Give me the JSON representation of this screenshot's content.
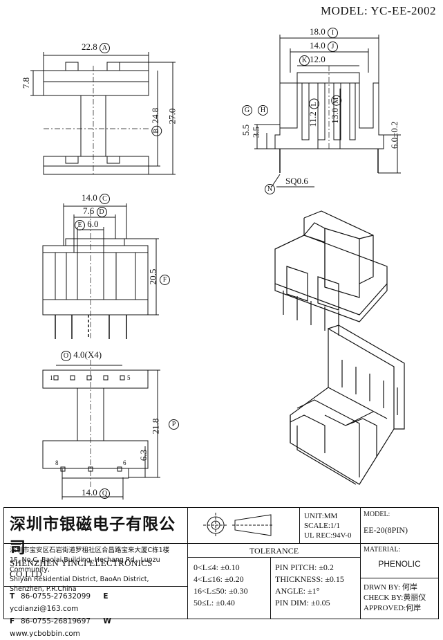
{
  "header": {
    "model": "MODEL: YC-EE-2002"
  },
  "dimensions": {
    "a": "22.8",
    "a_ref": "A",
    "b": "24.8",
    "b_ref": "B",
    "h78": "7.8",
    "h270": "27.0",
    "i": "18.0",
    "i_ref": "I",
    "j": "14.0",
    "j_ref": "J",
    "k": "12.0",
    "k_ref": "K",
    "l": "11.2",
    "l_ref": "L",
    "m": "13.0",
    "m_ref": "M",
    "g": "5.5",
    "g_ref": "G",
    "h": "3.5",
    "h_ref": "H",
    "h60": "6.0±0.2",
    "n_ref": "N",
    "sq": "SQ0.6",
    "c": "14.0",
    "c_ref": "C",
    "d": "7.6",
    "d_ref": "D",
    "e": "6.0",
    "e_ref": "E",
    "f": "20.5",
    "f_ref": "F",
    "o_ref": "O",
    "o": "4.0(X4)",
    "p": "21.8",
    "p_ref": "P",
    "h63": "6.3",
    "q": "14.0",
    "q_ref": "Q",
    "pin1": "1",
    "pin5": "5",
    "pin8": "8",
    "pin6": "6"
  },
  "titleblock": {
    "company_cn": "深圳市银磁电子有限公司",
    "company_en": "SHENZHEN YINCI ELECTRONICS CO,LTD.",
    "addr_cn": "深圳市宝安区石岩街道罗租社区合昌路宝来大厦C栋1楼",
    "addr_en1": "1F, No.C, Baolai Building, Hechang Rd., Luozu Community,",
    "addr_en2": "Shiyan Residential District, BaoAn District,",
    "addr_en3": "Shenzhen, P.R.China",
    "tel_k": "T",
    "tel": "86-0755-27632099",
    "email_k": "E",
    "email": "ycdianzi@163.com",
    "fax_k": "F",
    "fax": "86-0755-26819697",
    "web_k": "W",
    "web": "www.ycbobbin.com",
    "unit": "UNIT:MM",
    "scale": "SCALE:1/1",
    "ul": "UL REC:94V-0",
    "model_label": "MODEL:",
    "model_value": "EE-20(8PIN)",
    "tolerance_title": "TOLERANCE",
    "tol1": "0<L≤4: ±0.10",
    "tol2": "4<L≤16: ±0.20",
    "tol3": "16<L≤50: ±0.30",
    "tol4": "50≤L: ±0.40",
    "pin_pitch": "PIN PITCH: ±0.2",
    "thickness": "THICKNESS: ±0.15",
    "angle": "ANGLE: ±1°",
    "pin_dim": "PIN DIM: ±0.05",
    "material_label": "MATERIAL:",
    "material_value": "PHENOLIC",
    "drwn": "DRWN BY: 何岸",
    "check": "CHECK BY:黄丽仪",
    "approved": "APPROVED:何岸"
  }
}
